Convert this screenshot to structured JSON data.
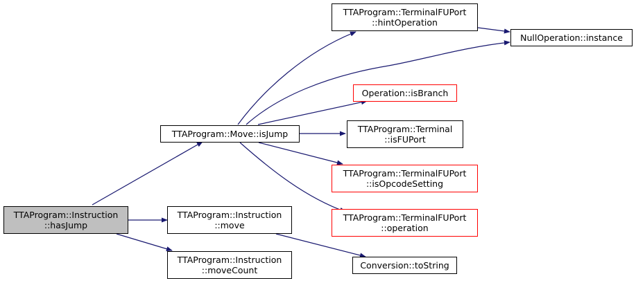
{
  "nodes": {
    "has_jump": {
      "line1": "TTAProgram::Instruction",
      "line2": "::hasJump"
    },
    "is_jump": {
      "line1": "TTAProgram::Move::isJump"
    },
    "instruction_move": {
      "line1": "TTAProgram::Instruction",
      "line2": "::move"
    },
    "move_count": {
      "line1": "TTAProgram::Instruction",
      "line2": "::moveCount"
    },
    "hint_operation": {
      "line1": "TTAProgram::TerminalFUPort",
      "line2": "::hintOperation"
    },
    "null_instance": {
      "line1": "NullOperation::instance"
    },
    "is_branch": {
      "line1": "Operation::isBranch"
    },
    "is_fuport": {
      "line1": "TTAProgram::Terminal",
      "line2": "::isFUPort"
    },
    "is_opcode_setting": {
      "line1": "TTAProgram::TerminalFUPort",
      "line2": "::isOpcodeSetting"
    },
    "operation": {
      "line1": "TTAProgram::TerminalFUPort",
      "line2": "::operation"
    },
    "to_string": {
      "line1": "Conversion::toString"
    }
  },
  "colors": {
    "edge": "#191970",
    "root_fill": "#bfbfbf",
    "node_border": "#000000",
    "incomplete_border": "#ff0000"
  }
}
